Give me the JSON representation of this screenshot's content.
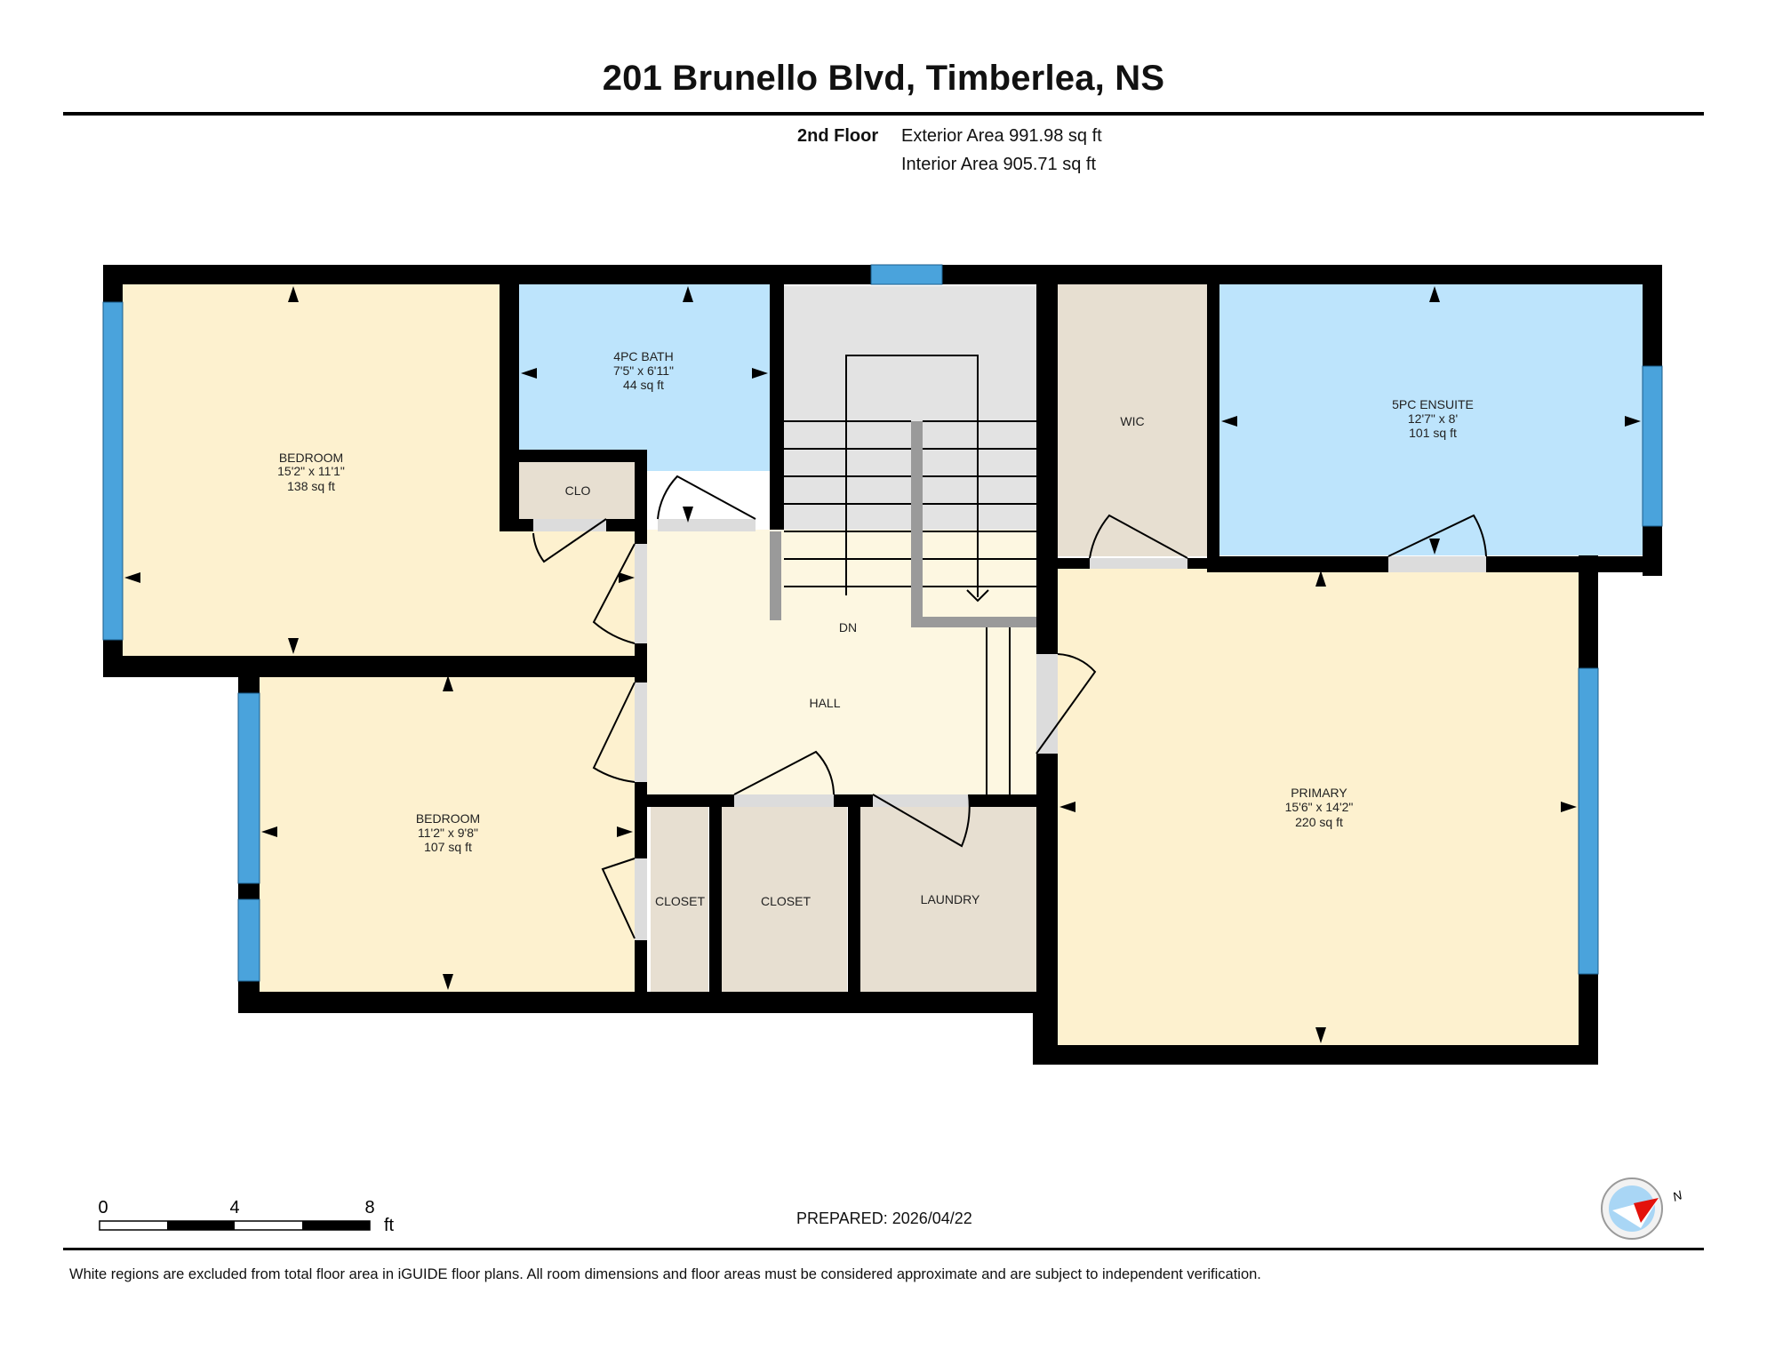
{
  "title": "201 Brunello Blvd, Timberlea, NS",
  "floor": {
    "name": "2nd Floor",
    "exterior_area": "Exterior Area 991.98 sq ft",
    "interior_area": "Interior Area 905.71 sq ft"
  },
  "rooms": {
    "bedroom1": {
      "name": "BEDROOM",
      "dims": "15'2\" x 11'1\"",
      "area": "138 sq ft"
    },
    "bath4pc": {
      "name": "4PC BATH",
      "dims": "7'5\" x 6'11\"",
      "area": "44 sq ft"
    },
    "clo": {
      "name": "CLO"
    },
    "wic": {
      "name": "WIC"
    },
    "ensuite5pc": {
      "name": "5PC ENSUITE",
      "dims": "12'7\" x 8'",
      "area": "101 sq ft"
    },
    "stairs": {
      "name": "DN"
    },
    "hall": {
      "name": "HALL"
    },
    "bedroom2": {
      "name": "BEDROOM",
      "dims": "11'2\" x 9'8\"",
      "area": "107 sq ft"
    },
    "closet1": {
      "name": "CLOSET"
    },
    "closet2": {
      "name": "CLOSET"
    },
    "laundry": {
      "name": "LAUNDRY"
    },
    "primary": {
      "name": "PRIMARY",
      "dims": "15'6\" x 14'2\"",
      "area": "220 sq ft"
    }
  },
  "scale": {
    "ticks": [
      "0",
      "4",
      "8"
    ],
    "unit": "ft"
  },
  "compass": {
    "label": "N"
  },
  "prepared": "PREPARED: 2026/04/22",
  "disclaimer": "White regions are excluded from total floor area in iGUIDE floor plans. All room dimensions and floor areas must be considered approximate and are subject to independent verification.",
  "colors": {
    "bedroom": "#fdf1cf",
    "bath": "#bde4fc",
    "closet": "#e7dfd1",
    "stairs": "#e3e3e3",
    "hall": "#fdf7e1",
    "wall": "#000000",
    "window": "#4aa3dc"
  }
}
